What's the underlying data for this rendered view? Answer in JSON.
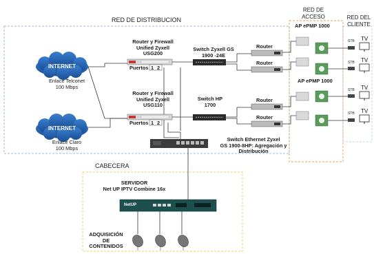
{
  "regions": {
    "distribution": "RED DE DISTRIBUCION",
    "access_line1": "RED DE",
    "access_line2": "ACCESO",
    "client_line1": "RED DEL",
    "client_line2": "CLIENTE",
    "headend": "CABECERA"
  },
  "internet": {
    "top_cloud": "INTERNET",
    "bottom_cloud": "INTERNET",
    "top_link_1": "Enlace Telconet",
    "top_link_2": "100 Mbps",
    "bottom_link_1": "Enlace Claro",
    "bottom_link_2": "100 Mbps"
  },
  "routers_fw": {
    "top_1": "Router y Firewall",
    "top_2": "Unified Zyxell",
    "top_3": "USG200",
    "top_ports": "Puertos",
    "bottom_1": "Router y Firewall",
    "bottom_2": "Unified Zyxell",
    "bottom_3": "USG110",
    "bottom_ports": "Puertos",
    "port_1": "1",
    "port_2": "2"
  },
  "switches": {
    "gs_1": "Switch Zyxell GS",
    "gs_2": "1900 -24E",
    "hp_1": "Switch HP",
    "hp_2": "1700",
    "eth_1": "Switch Ethernet Zyxel",
    "eth_2": "GS 1900-8HP: Agregación y",
    "eth_3": "Distribución"
  },
  "router_label": "Router",
  "access": {
    "ap1": "AP ePMP 1000",
    "ap2": "AP ePMP 1000"
  },
  "client": {
    "stb": "STB",
    "tv": "TV"
  },
  "headend": {
    "server_1": "SERVIDOR",
    "server_2": "Net UP IPTV Combine 16x",
    "brand": "NetUP",
    "acq_1": "ADQUISICIÓN",
    "acq_2": "DE",
    "acq_3": "CONTENIDOS"
  },
  "colors": {
    "cloud": "#1f5fa8",
    "dashed_blue": "#7aa7d9",
    "dashed_orange": "#e8a050",
    "dashed_yellow": "#f0d060",
    "server_body": "#1d4f4f"
  }
}
